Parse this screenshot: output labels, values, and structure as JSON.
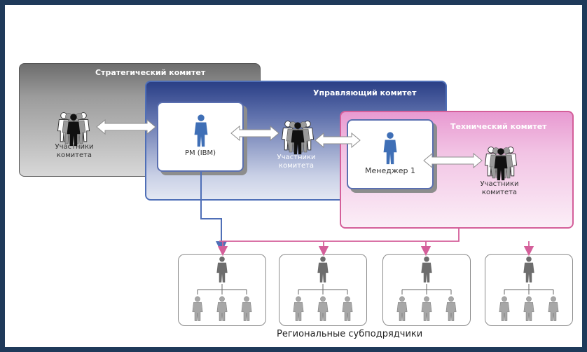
{
  "committees": {
    "strategic": "Стратегический комитет",
    "managing": "Управляющий комитет",
    "technical": "Технический комитет"
  },
  "members_label_1": "Участники",
  "members_label_2": "комитета",
  "pm_label": "PM (IBM)",
  "manager_label": "Менеджер 1",
  "regional_label": "Региональные субподрядчики",
  "colors": {
    "frame": "#1f3a5a",
    "person_blue": "#3f6fb6",
    "line_blue": "#4f6fb7",
    "line_pink": "#d45f9a",
    "person_gray": "#8a8a8a"
  }
}
